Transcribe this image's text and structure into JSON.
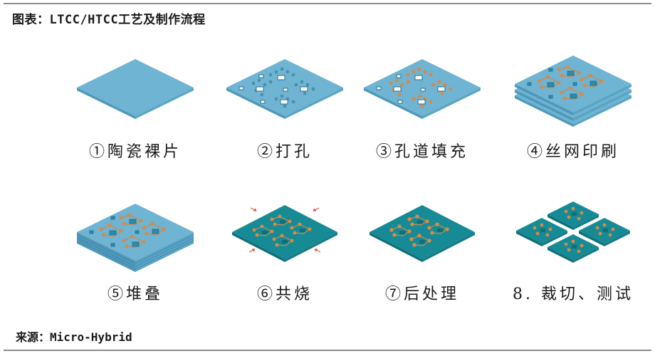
{
  "figure": {
    "title": "图表：LTCC/HTCC工艺及制作流程",
    "source": "来源：Micro-Hybrid"
  },
  "colors": {
    "green_sheet_top": "#6fb4d2",
    "green_sheet_edge_left": "#4f98ba",
    "green_sheet_edge_right": "#5aa5c6",
    "fired_top": "#168a95",
    "fired_edge": "#0f6f79",
    "pad_orange": "#d98a45",
    "via_hole": "#1f6f8a",
    "arrow_red": "#d9534f",
    "rule_gray": "#8c8c8c"
  },
  "steps": [
    {
      "index": 1,
      "label": "①陶瓷裸片",
      "state": "blank-sheet"
    },
    {
      "index": 2,
      "label": "②打孔",
      "state": "punched"
    },
    {
      "index": 3,
      "label": "③孔道填充",
      "state": "via-filled"
    },
    {
      "index": 4,
      "label": "④丝网印刷",
      "state": "printed-stack"
    },
    {
      "index": 5,
      "label": "⑤堆叠",
      "state": "stacked"
    },
    {
      "index": 6,
      "label": "⑥共烧",
      "state": "co-fired"
    },
    {
      "index": 7,
      "label": "⑦后处理",
      "state": "post-processed"
    },
    {
      "index": 8,
      "label": "8. 裁切、测试",
      "state": "diced"
    }
  ]
}
